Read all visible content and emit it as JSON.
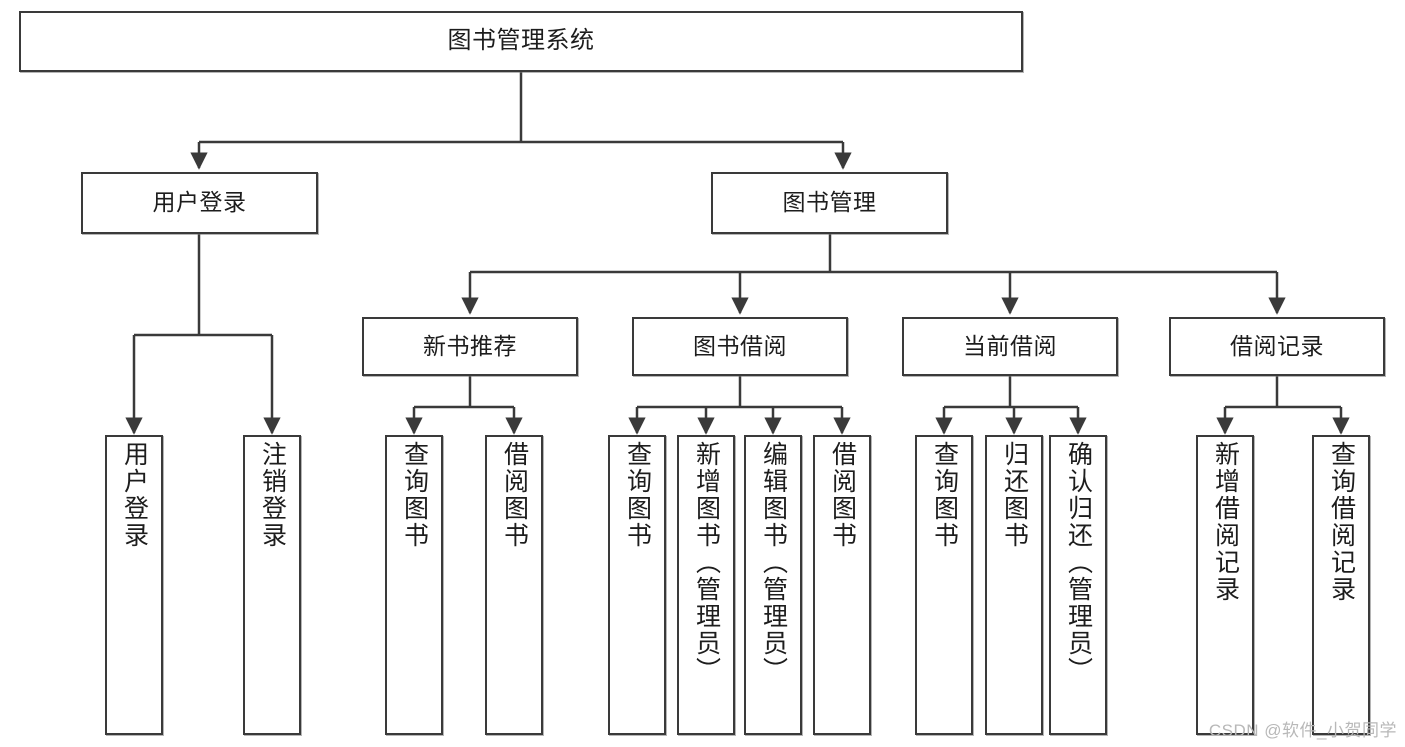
{
  "diagram": {
    "type": "tree",
    "title": "图书管理系统",
    "watermark": "CSDN @软件_小贺同学",
    "colors": {
      "box_border": "#3a3a3a",
      "box_fill": "#ffffff",
      "connector": "#3a3a3a",
      "watermark": "#b8b8b8",
      "background": "#ffffff"
    },
    "root": {
      "label": "图书管理系统"
    },
    "level2": [
      {
        "label": "用户登录"
      },
      {
        "label": "图书管理"
      }
    ],
    "level3": [
      {
        "label": "新书推荐"
      },
      {
        "label": "图书借阅"
      },
      {
        "label": "当前借阅"
      },
      {
        "label": "借阅记录"
      }
    ],
    "leaves": {
      "user_login": [
        {
          "label": "用户登录"
        },
        {
          "label": "注销登录"
        }
      ],
      "new_book_recommend": [
        {
          "label": "查询图书"
        },
        {
          "label": "借阅图书"
        }
      ],
      "book_borrow": [
        {
          "label": "查询图书"
        },
        {
          "label": "新增图书（管理员）"
        },
        {
          "label": "编辑图书（管理员）"
        },
        {
          "label": "借阅图书"
        }
      ],
      "current_borrow": [
        {
          "label": "查询图书"
        },
        {
          "label": "归还图书"
        },
        {
          "label": "确认归还（管理员）"
        }
      ],
      "borrow_record": [
        {
          "label": "新增借阅记录"
        },
        {
          "label": "查询借阅记录"
        }
      ]
    }
  }
}
